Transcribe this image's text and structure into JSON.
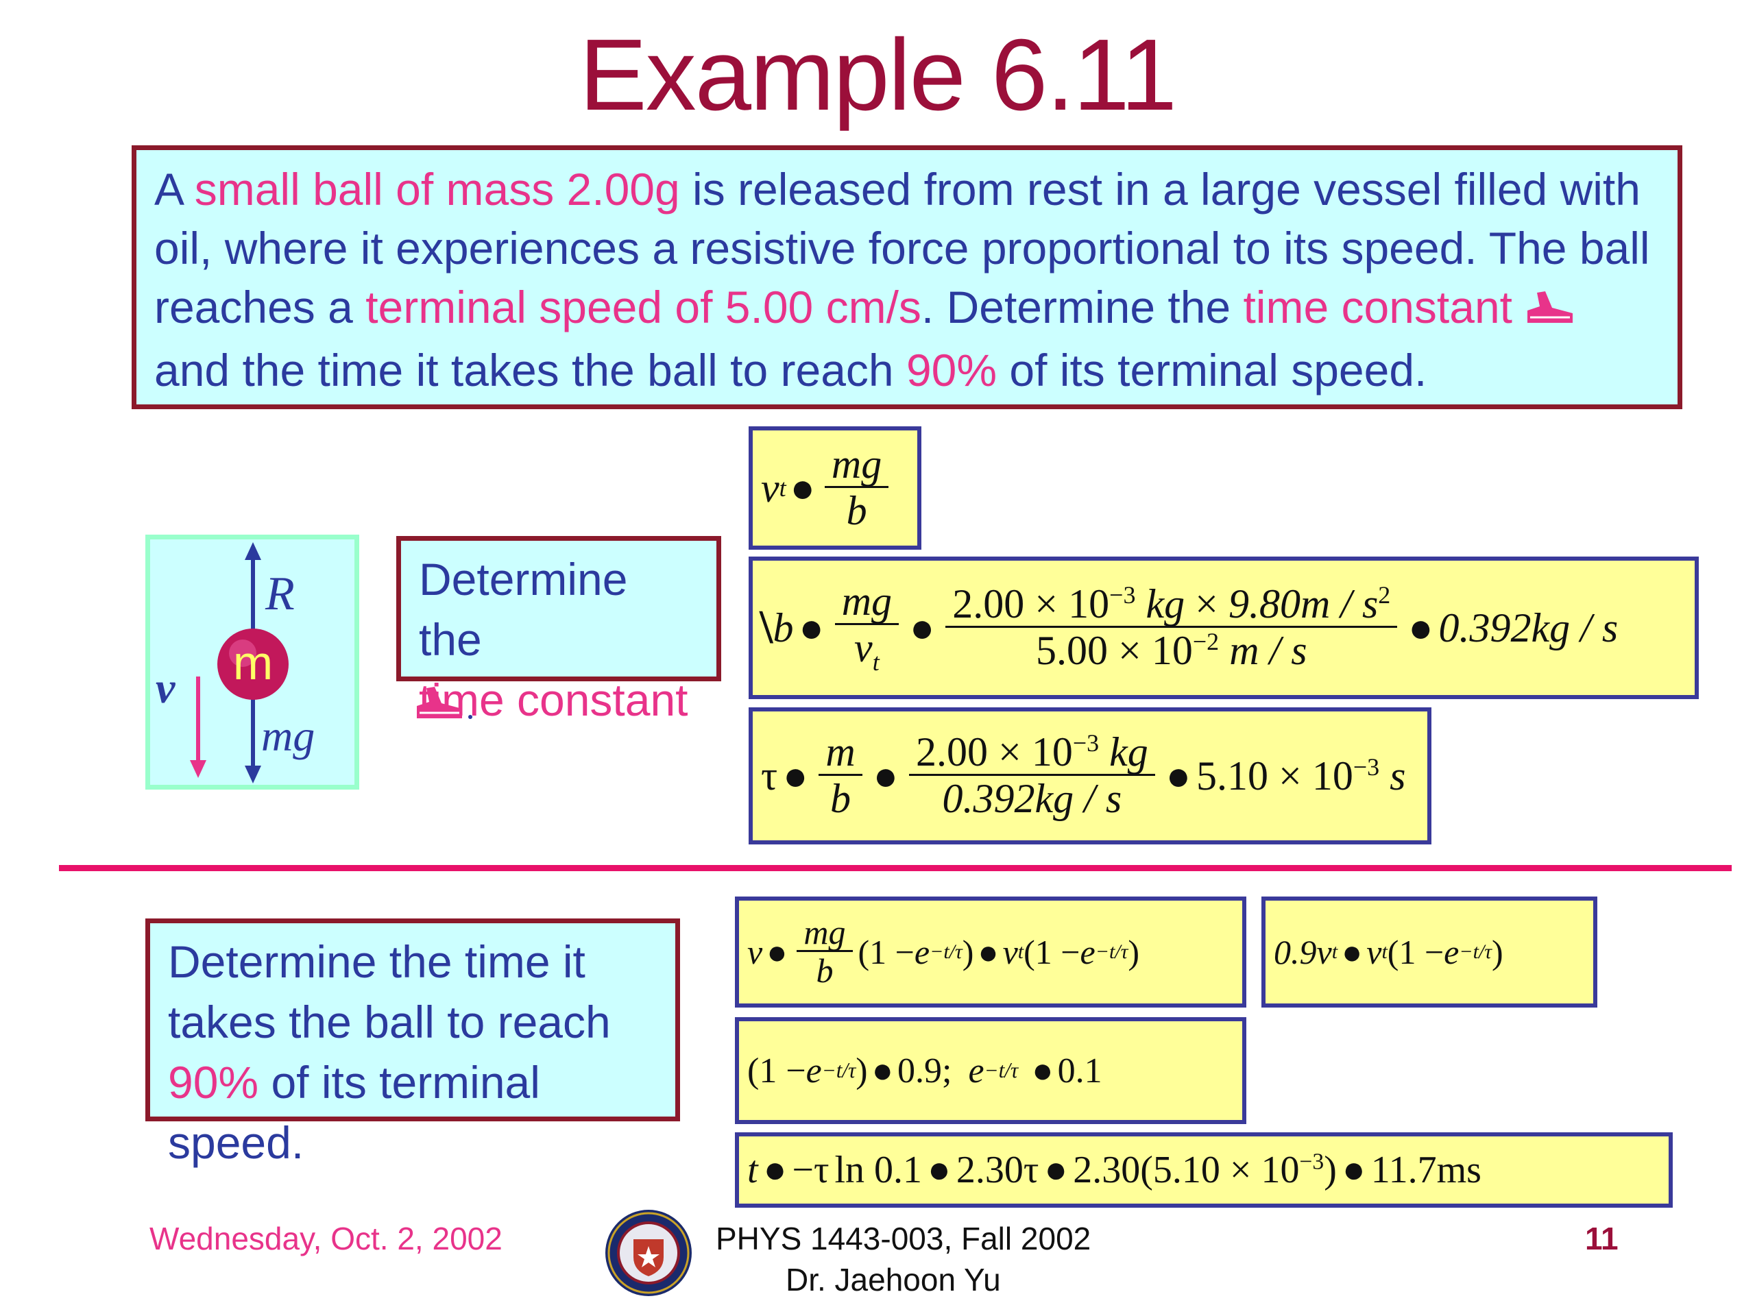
{
  "title": "Example 6.11",
  "problem": {
    "s1": "A ",
    "s2": "small ball of mass 2.00g",
    "s3": " is released from rest in a large vessel filled with oil, where it experiences a resistive force proportional to its speed.  The ball reaches a ",
    "s4": "terminal speed of 5.00 cm/s",
    "s5": ".  Determine the ",
    "s6": "time constant",
    "s7": " and the time it takes the ball to reach ",
    "s8": "90%",
    "s9": " of its terminal speed."
  },
  "diagram": {
    "mass_label": "m",
    "force_r": "R",
    "force_mg": "mg",
    "velocity": "v"
  },
  "step1": {
    "line1": "Determine the",
    "line2": "time constant"
  },
  "step2": {
    "p1": "Determine the time it takes the ball to reach ",
    "p2": "90%",
    "p3": " of its terminal speed."
  },
  "equations": {
    "eq1": {
      "lhs": "v",
      "sub": "t",
      "num": "mg",
      "den": "b"
    },
    "eq2": {
      "lhs": "b",
      "num1": "mg",
      "den1": "v",
      "den1_sub": "t",
      "num2a": "2.00",
      "num2b": "10",
      "num2_exp": "−3",
      "num2c": "kg",
      "num2d": "9.80m / s",
      "num2_exp2": "2",
      "den2a": "5.00",
      "den2b": "10",
      "den2_exp": "−2",
      "den2c": "m / s",
      "result": "0.392kg / s"
    },
    "eq3": {
      "num1": "m",
      "den1": "b",
      "num2a": "2.00",
      "num2b": "10",
      "num2_exp": "−3",
      "num2c": "kg",
      "den2": "0.392kg / s",
      "result_a": "5.10",
      "result_b": "10",
      "result_exp": "−3",
      "result_c": "s"
    },
    "eq4": {
      "lhs": "v",
      "num": "mg",
      "den": "b",
      "exp": "−t/τ",
      "v_sym": "v",
      "v_sub": "t"
    },
    "eq5": {
      "lhs": "0.9v",
      "lhs_sub": "t",
      "v_sym": "v",
      "v_sub": "t",
      "exp": "−t/τ"
    },
    "eq6": {
      "exp": "−t/τ",
      "val1": "0.9;",
      "e": "e",
      "exp2": "−t/τ",
      "val2": "0.1"
    },
    "eq7": {
      "lhs": "t",
      "ln_arg": "ln 0.1",
      "mid": "2.30τ",
      "mid2": "2.30",
      "prod_a": "5.10",
      "prod_b": "10",
      "prod_exp": "−3",
      "result": "11.7ms"
    }
  },
  "footer": {
    "date": "Wednesday, Oct. 2, 2002",
    "course": "PHYS 1443-003, Fall 2002",
    "instructor": "Dr. Jaehoon Yu",
    "page": "11"
  },
  "colors": {
    "title": "#9b0f3a",
    "text_blue": "#2b3a9e",
    "highlight_pink": "#e8338a",
    "box_cyan": "#ccffff",
    "box_yellow": "#ffff99",
    "divider": "#e8116a"
  }
}
